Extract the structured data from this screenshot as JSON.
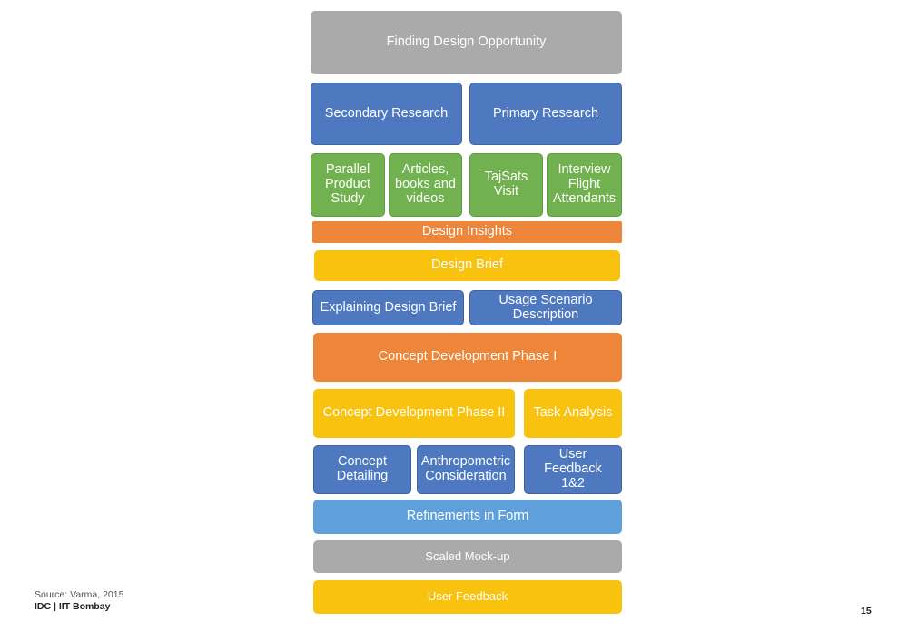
{
  "boxes": {
    "finding": "Finding Design Opportunity",
    "secondary": "Secondary Research",
    "primary": "Primary Research",
    "parallel": "Parallel\nProduct\nStudy",
    "articles": "Articles,\nbooks and\nvideos",
    "tajsats": "TajSats\nVisit",
    "interview": "Interview\nFlight\nAttendants",
    "insights": "Design Insights",
    "brief": "Design Brief",
    "explaining": "Explaining Design Brief",
    "usage": "Usage Scenario\nDescription",
    "phase1": "Concept Development Phase I",
    "phase2": "Concept Development Phase II",
    "task": "Task Analysis",
    "detailing": "Concept\nDetailing",
    "anthro": "Anthropometric\nConsideration",
    "feedback12": "User Feedback\n1&2",
    "refinements": "Refinements in Form",
    "mockup": "Scaled Mock-up",
    "userfeedback": "User Feedback"
  },
  "footer": {
    "source": "Source: Varma, 2015",
    "brand": "IDC | IIT Bombay",
    "page_number": "15"
  }
}
